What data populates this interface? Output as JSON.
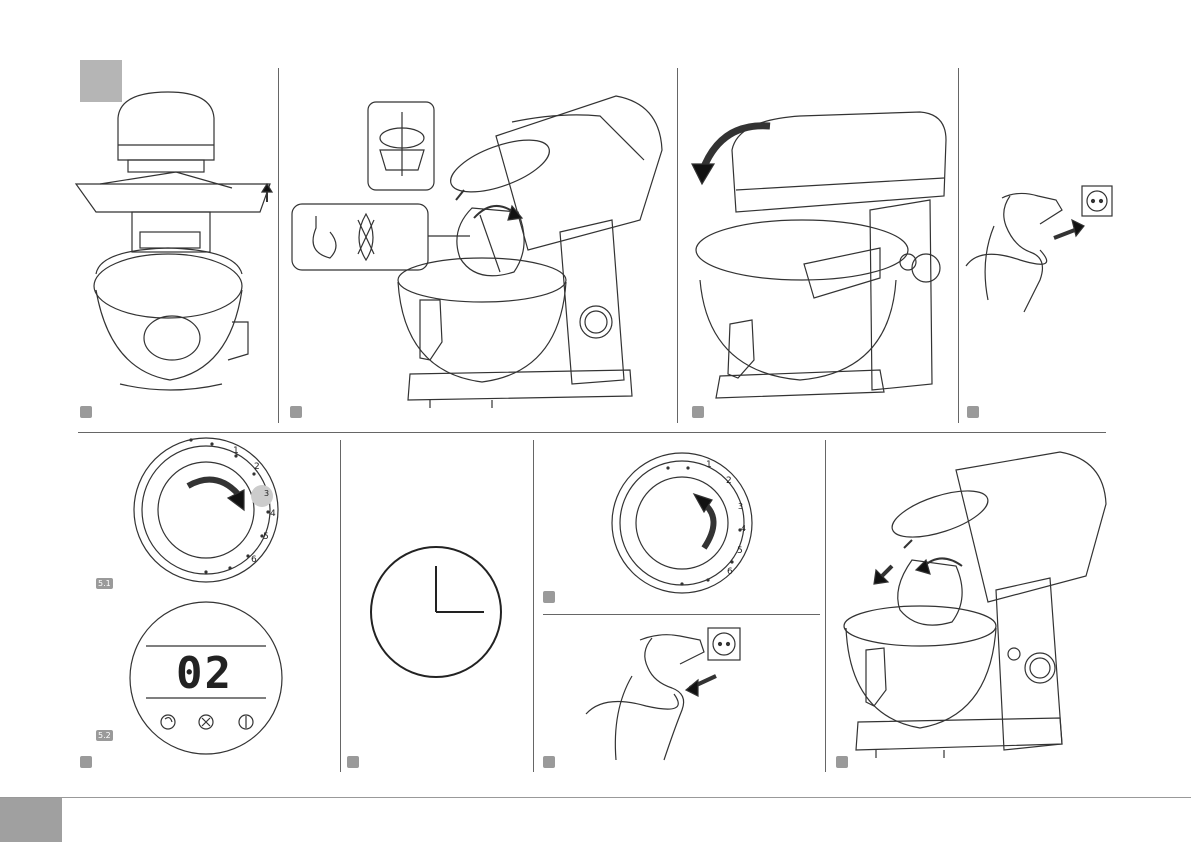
{
  "page": {
    "footer_text": ""
  },
  "step5": {
    "sub1_label": "5.1",
    "sub2_label": "5.2",
    "display_value": "02",
    "dial_numbers": [
      "1",
      "2",
      "3",
      "4",
      "5",
      "6"
    ]
  },
  "step7": {
    "dial_numbers": [
      "1",
      "2",
      "3",
      "4",
      "5",
      "6"
    ]
  },
  "colors": {
    "line": "#333333",
    "badge": "#9a9a9a",
    "accent_gray": "#b5b5b5"
  },
  "icons": {
    "tilt_up": "arrow-up-icon",
    "rotate": "curved-arrow-icon",
    "plug": "plug-icon",
    "clock": "clock-icon"
  }
}
